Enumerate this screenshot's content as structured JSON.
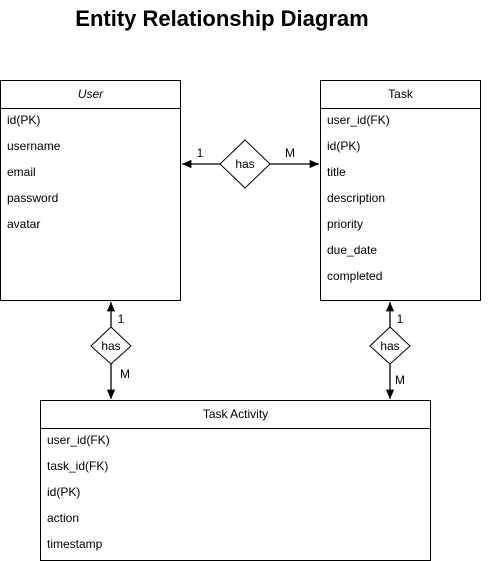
{
  "title": "Entity Relationship Diagram",
  "entities": {
    "user": {
      "name": "User",
      "attributes": [
        "id(PK)",
        "username",
        "email",
        "password",
        "avatar"
      ]
    },
    "task": {
      "name": "Task",
      "attributes": [
        "user_id(FK)",
        "id(PK)",
        "title",
        "description",
        "priority",
        "due_date",
        "completed"
      ]
    },
    "activity": {
      "name": "Task Activity",
      "attributes": [
        "user_id(FK)",
        "task_id(FK)",
        "id(PK)",
        "action",
        "timestamp"
      ]
    }
  },
  "relationships": {
    "user_task": {
      "label": "has",
      "left_card": "1",
      "right_card": "M"
    },
    "user_activity": {
      "label": "has",
      "top_card": "1",
      "bottom_card": "M"
    },
    "task_activity": {
      "label": "has",
      "top_card": "1",
      "bottom_card": "M"
    }
  }
}
